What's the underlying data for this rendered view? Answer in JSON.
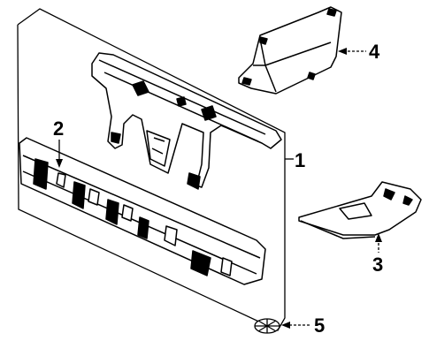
{
  "callouts": {
    "one": "1",
    "two": "2",
    "three": "3",
    "four": "4",
    "five": "5"
  },
  "colors": {
    "ink": "#000000",
    "paper": "#ffffff"
  }
}
